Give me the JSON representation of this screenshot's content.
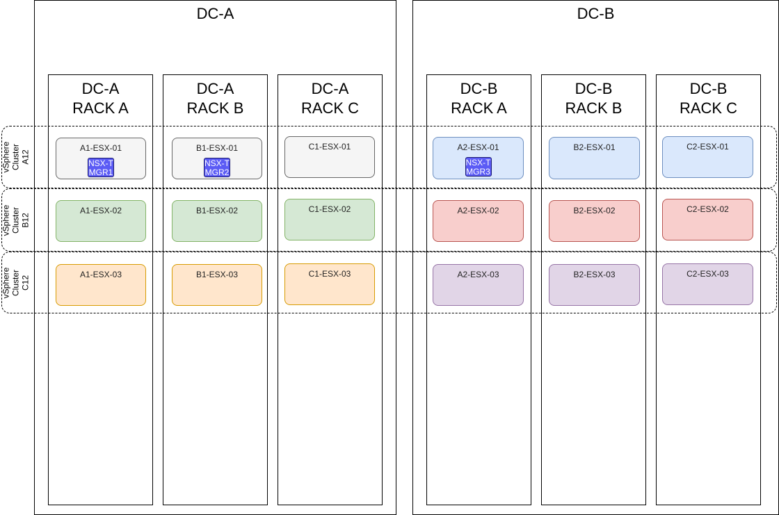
{
  "datacenters": [
    {
      "title": "DC-A"
    },
    {
      "title": "DC-B"
    }
  ],
  "racks": [
    {
      "line1": "DC-A",
      "line2": "RACK A"
    },
    {
      "line1": "DC-A",
      "line2": "RACK B"
    },
    {
      "line1": "DC-A",
      "line2": "RACK C"
    },
    {
      "line1": "DC-B",
      "line2": "RACK A"
    },
    {
      "line1": "DC-B",
      "line2": "RACK B"
    },
    {
      "line1": "DC-B",
      "line2": "RACK C"
    }
  ],
  "clusters": [
    {
      "line1": "vSphere",
      "line2": "Cluster",
      "line3": "A12"
    },
    {
      "line1": "vSphere",
      "line2": "Cluster",
      "line3": "B12"
    },
    {
      "line1": "vSphere",
      "line2": "Cluster",
      "line3": "C12"
    }
  ],
  "hosts": [
    {
      "label": "A1-ESX-01",
      "fill": "#f5f5f5",
      "stroke": "#666666"
    },
    {
      "label": "B1-ESX-01",
      "fill": "#f5f5f5",
      "stroke": "#666666"
    },
    {
      "label": "C1-ESX-01",
      "fill": "#f5f5f5",
      "stroke": "#666666"
    },
    {
      "label": "A2-ESX-01",
      "fill": "#dae8fc",
      "stroke": "#6c8ebf"
    },
    {
      "label": "B2-ESX-01",
      "fill": "#dae8fc",
      "stroke": "#6c8ebf"
    },
    {
      "label": "C2-ESX-01",
      "fill": "#dae8fc",
      "stroke": "#6c8ebf"
    },
    {
      "label": "A1-ESX-02",
      "fill": "#d5e8d4",
      "stroke": "#82b366"
    },
    {
      "label": "B1-ESX-02",
      "fill": "#d5e8d4",
      "stroke": "#82b366"
    },
    {
      "label": "C1-ESX-02",
      "fill": "#d5e8d4",
      "stroke": "#82b366"
    },
    {
      "label": "A2-ESX-02",
      "fill": "#f8cecc",
      "stroke": "#b85450"
    },
    {
      "label": "B2-ESX-02",
      "fill": "#f8cecc",
      "stroke": "#b85450"
    },
    {
      "label": "C2-ESX-02",
      "fill": "#f8cecc",
      "stroke": "#b85450"
    },
    {
      "label": "A1-ESX-03",
      "fill": "#ffe6cc",
      "stroke": "#d79b00"
    },
    {
      "label": "B1-ESX-03",
      "fill": "#ffe6cc",
      "stroke": "#d79b00"
    },
    {
      "label": "C1-ESX-03",
      "fill": "#ffe6cc",
      "stroke": "#d79b00"
    },
    {
      "label": "A2-ESX-03",
      "fill": "#e1d5e7",
      "stroke": "#9673a6"
    },
    {
      "label": "B2-ESX-03",
      "fill": "#e1d5e7",
      "stroke": "#9673a6"
    },
    {
      "label": "C2-ESX-03",
      "fill": "#e1d5e7",
      "stroke": "#9673a6"
    }
  ],
  "badges": [
    {
      "line1": "NSX-T",
      "line2": "MGR1"
    },
    {
      "line1": "NSX-T",
      "line2": "MGR2"
    },
    {
      "line1": "NSX-T",
      "line2": "MGR3"
    }
  ]
}
